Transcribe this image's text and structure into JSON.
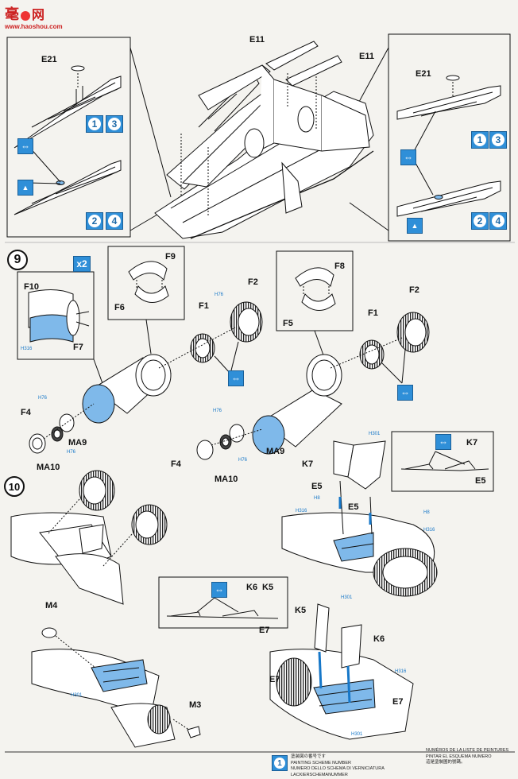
{
  "watermark": {
    "logo_text": "毫",
    "logo_text2": "网",
    "url": "www.haoshou.com"
  },
  "steps": {
    "nine": "9",
    "ten": "10"
  },
  "multiplier": "x2",
  "panel_8": {
    "left": {
      "label_e21": "E21",
      "badge_a": "1",
      "badge_b": "3",
      "badge_c": "2",
      "badge_d": "4"
    },
    "center": {
      "label_e11_top": "E11",
      "label_e11_right": "E11"
    },
    "right": {
      "label_e21": "E21",
      "badge_a": "1",
      "badge_b": "3",
      "badge_c": "2",
      "badge_d": "4"
    }
  },
  "step_9": {
    "inset_left": {
      "f10": "F10",
      "f7": "F7",
      "paint": "H316"
    },
    "inset_f9": {
      "f9": "F9",
      "f6": "F6"
    },
    "inset_f8": {
      "f8": "F8",
      "f5": "F5"
    },
    "left_assembly": {
      "f1": "F1",
      "f2": "F2",
      "f4": "F4",
      "ma9": "MA9",
      "ma10": "MA10",
      "paint_f1": "H76",
      "paint_f4": "H76",
      "paint_ma": "H76"
    },
    "right_assembly": {
      "f1": "F1",
      "f2": "F2",
      "f4": "F4",
      "ma9": "MA9",
      "ma10": "MA10",
      "paint_f4": "H76",
      "paint_ma": "H76"
    }
  },
  "step_10": {
    "k7": "K7",
    "e5_left": "E5",
    "e5_right": "E5",
    "k7_inset": "K7",
    "e5_inset": "E5",
    "paint_k7": "H301",
    "paint_e5_a": "H8",
    "paint_e5_b": "H316",
    "paint_e5_c": "H8",
    "paint_e5_d": "H316",
    "inset_k6": "K6",
    "inset_k5": "K5",
    "inset_e7": "E7",
    "m4": "M4",
    "m3": "M3",
    "paint_m": "H301",
    "k5": "K5",
    "k6": "K6",
    "e7_left": "E7",
    "e7_right": "E7",
    "paint_k5": "H301",
    "paint_k6": "H316",
    "paint_e7": "H301"
  },
  "legend": {
    "badge": "1",
    "lines_left": [
      "塗装図の番号です",
      "PAINTING SCHEME NUMBER",
      "NUMERO DELLO SCHEMA DI VERNICIATURA",
      "LACKIERSCHEMANUMMER"
    ],
    "lines_right": [
      "NUMÉROS DE LA LISTE DE PEINTURES",
      "PINTAR EL ESQUEMA NUMERO",
      "這是塗裝圖的號碼。"
    ]
  },
  "colors": {
    "accent_blue": "#2f8fd8",
    "light_blue": "#7fb9ea",
    "ink": "#111111"
  }
}
